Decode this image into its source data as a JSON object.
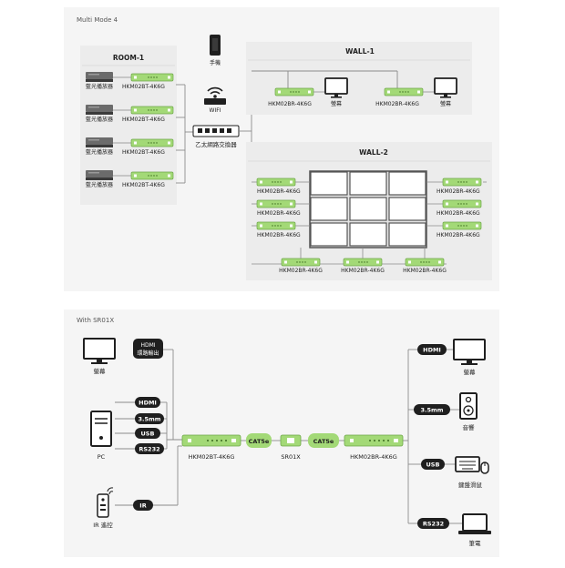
{
  "section1": {
    "title": "Multi Mode 4",
    "room": {
      "title": "ROOM-1",
      "rows": [
        {
          "source": "藍光播放器",
          "model": "HKM02BT-4K6G"
        },
        {
          "source": "藍光播放器",
          "model": "HKM02BT-4K6G"
        },
        {
          "source": "藍光播放器",
          "model": "HKM02BT-4K6G"
        },
        {
          "source": "藍光播放器",
          "model": "HKM02BT-4K6G"
        }
      ]
    },
    "phone_label": "手機",
    "wifi_label": "WIFI",
    "switch_label": "乙太網路交換器",
    "wall1": {
      "title": "WALL-1",
      "items": [
        {
          "model": "HKM02BR-4K6G",
          "display": "螢幕"
        },
        {
          "model": "HKM02BR-4K6G",
          "display": "螢幕"
        }
      ]
    },
    "wall2": {
      "title": "WALL-2",
      "left_models": [
        "HKM02BR-4K6G",
        "HKM02BR-4K6G",
        "HKM02BR-4K6G"
      ],
      "right_models": [
        "HKM02BR-4K6G",
        "HKM02BR-4K6G",
        "HKM02BR-4K6G"
      ],
      "bottom_models": [
        "HKM02BR-4K6G",
        "HKM02BR-4K6G",
        "HKM02BR-4K6G"
      ]
    }
  },
  "section2": {
    "title": "With SR01X",
    "left": {
      "monitor_label": "螢幕",
      "hdmi_out_line1": "HDMI",
      "hdmi_out_line2": "環路輸出",
      "pc_label": "PC",
      "remote_label": "IR 遙控",
      "tags": [
        "HDMI",
        "3.5mm",
        "USB",
        "RS232",
        "IR"
      ]
    },
    "tx_model": "HKM02BT-4K6G",
    "cable1": "CAT5e",
    "sr_model": "SR01X",
    "cable2": "CAT5e",
    "rx_model": "HKM02BR-4K6G",
    "right": {
      "tags": [
        "HDMI",
        "3.5mm",
        "USB",
        "RS232"
      ],
      "monitor_label": "螢幕",
      "speaker_label": "音響",
      "keyboard_label": "鍵盤滑鼠",
      "laptop_label": "筆電"
    }
  },
  "colors": {
    "line": "#8c8c8c",
    "green": "#a3d977",
    "green_dark": "#6fa84a",
    "tag_bg": "#1f1f1f",
    "panel": "#eeeeee",
    "panel_bg": "#f4f4f4"
  }
}
